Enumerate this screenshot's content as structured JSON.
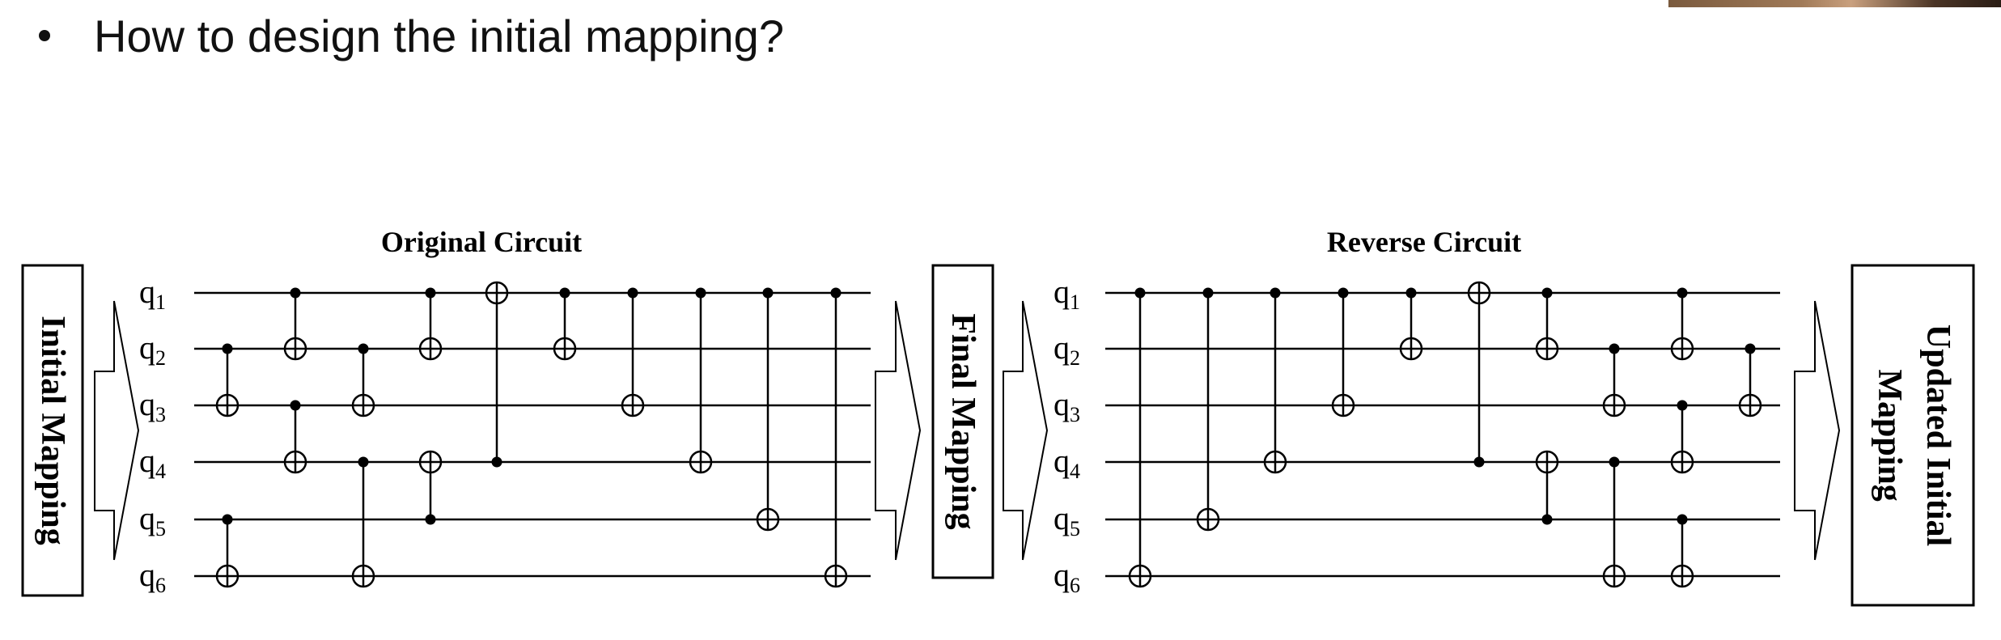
{
  "bullet": "How to design the initial mapping?",
  "boxes": {
    "initial_mapping": "Initial Mapping",
    "final_mapping": "Final Mapping",
    "updated_line1": "Updated Initial",
    "updated_line2": "Mapping"
  },
  "circuits": [
    {
      "id": "original",
      "title": "Original Circuit",
      "qubits": [
        "q",
        "q",
        "q",
        "q",
        "q",
        "q"
      ],
      "qubit_subscripts": [
        "1",
        "2",
        "3",
        "4",
        "5",
        "6"
      ],
      "gates": [
        {
          "control": 2,
          "target": 3
        },
        {
          "control": 5,
          "target": 6
        },
        {
          "control": 1,
          "target": 2
        },
        {
          "control": 3,
          "target": 4
        },
        {
          "control": 2,
          "target": 3
        },
        {
          "control": 4,
          "target": 6
        },
        {
          "control": 1,
          "target": 2
        },
        {
          "control": 5,
          "target": 4
        },
        {
          "control": 4,
          "target": 1
        },
        {
          "control": 1,
          "target": 2
        },
        {
          "control": 1,
          "target": 3
        },
        {
          "control": 1,
          "target": 4
        },
        {
          "control": 1,
          "target": 5
        },
        {
          "control": 1,
          "target": 6
        }
      ]
    },
    {
      "id": "reverse",
      "title": "Reverse Circuit",
      "qubits": [
        "q",
        "q",
        "q",
        "q",
        "q",
        "q"
      ],
      "qubit_subscripts": [
        "1",
        "2",
        "3",
        "4",
        "5",
        "6"
      ],
      "gates": [
        {
          "control": 1,
          "target": 6
        },
        {
          "control": 1,
          "target": 5
        },
        {
          "control": 1,
          "target": 4
        },
        {
          "control": 1,
          "target": 3
        },
        {
          "control": 1,
          "target": 2
        },
        {
          "control": 4,
          "target": 1
        },
        {
          "control": 1,
          "target": 2
        },
        {
          "control": 5,
          "target": 4
        },
        {
          "control": 2,
          "target": 3
        },
        {
          "control": 4,
          "target": 6
        },
        {
          "control": 1,
          "target": 2
        },
        {
          "control": 3,
          "target": 4
        },
        {
          "control": 5,
          "target": 6
        },
        {
          "control": 2,
          "target": 3
        }
      ]
    }
  ]
}
